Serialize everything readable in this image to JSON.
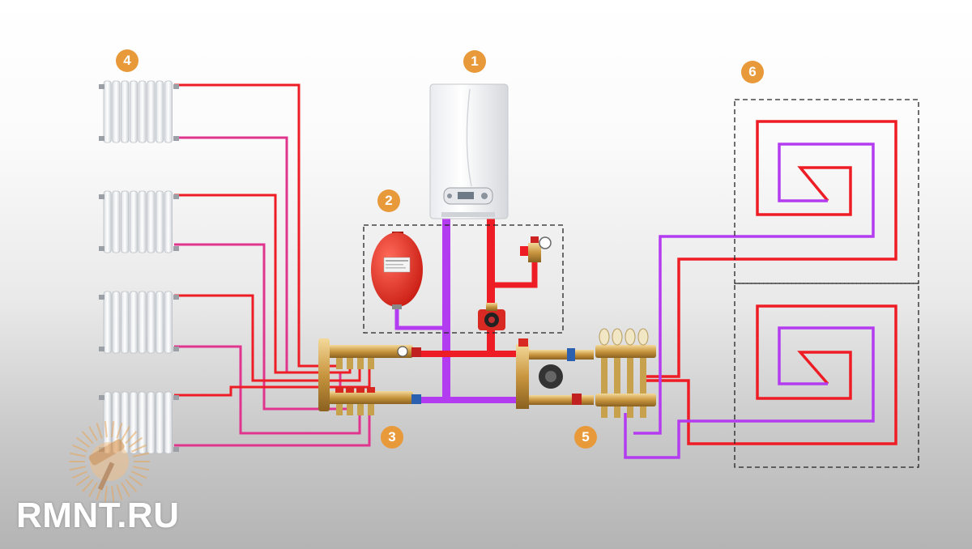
{
  "callouts": {
    "boiler": "1",
    "safety_group": "2",
    "radiator_manifold": "3",
    "radiators": "4",
    "floor_manifold": "5",
    "floor_loops": "6"
  },
  "watermark": "RMNT.RU",
  "colors": {
    "supply": "#ee1c24",
    "return": "#e0348f",
    "return_violet": "#b43cf0",
    "callout": "#e89a3a",
    "dashed_box": "#222222"
  },
  "icons": {
    "logo": "paint-roller-icon"
  }
}
